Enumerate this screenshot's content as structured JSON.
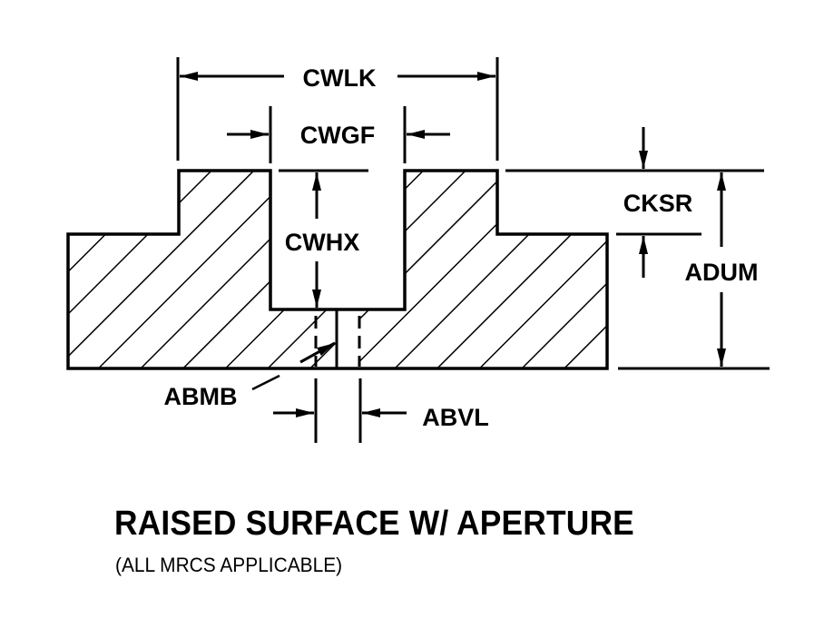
{
  "figure": {
    "title": "RAISED SURFACE W/ APERTURE",
    "subtitle": "(ALL MRCS APPLICABLE)",
    "colors": {
      "line": "#000000",
      "background": "#ffffff"
    }
  },
  "dimensions": {
    "cwlk": "CWLK",
    "cwgf": "CWGF",
    "cwhx": "CWHX",
    "cksr": "CKSR",
    "adum": "ADUM",
    "abmb": "ABMB",
    "abvl": "ABVL"
  }
}
